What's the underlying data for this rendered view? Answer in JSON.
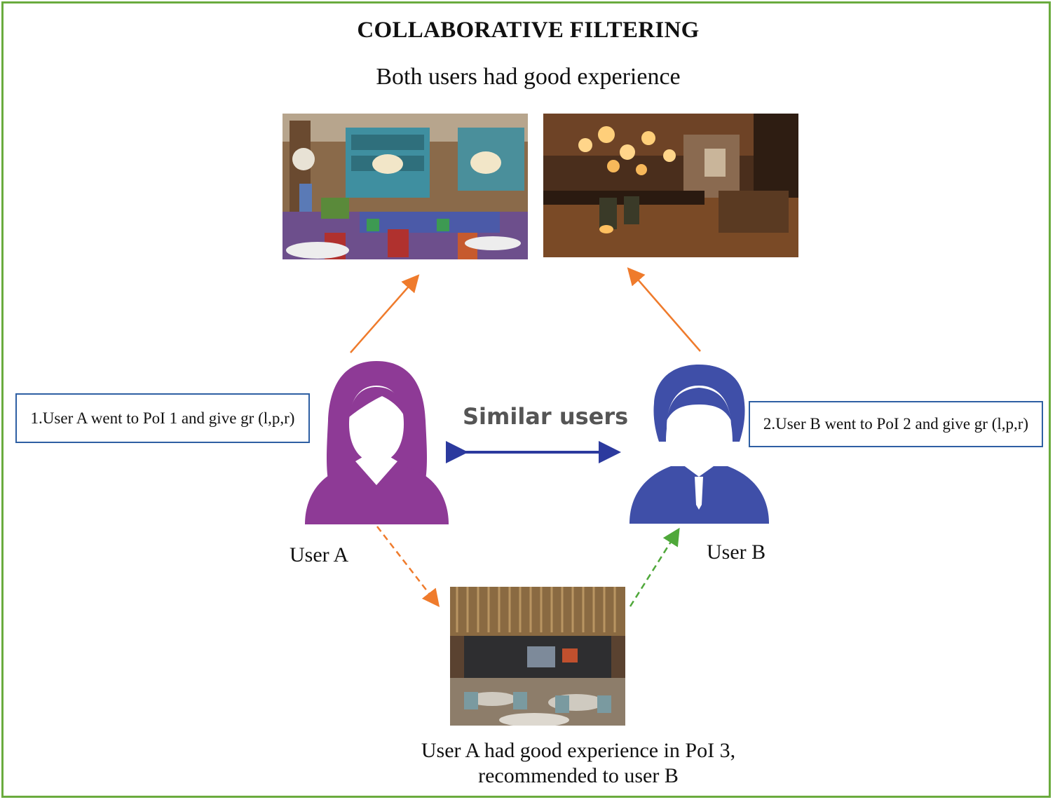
{
  "diagram": {
    "title": "COLLABORATIVE FILTERING",
    "subtitle": "Both users had good experience",
    "similar_label": "Similar users",
    "user_a": {
      "label": "User A",
      "note": "1.User A went to PoI 1 and give gr (l,p,r)",
      "icon": "female-user-icon",
      "color": "#8e3a96"
    },
    "user_b": {
      "label": "User B",
      "note": "2.User B went to PoI 2 and give gr (l,p,r)",
      "icon": "male-user-icon",
      "color": "#3f4fa8"
    },
    "recommendation": {
      "line1": "User A had good experience in PoI 3,",
      "line2": "recommended to user B"
    },
    "photos": [
      "restaurant-photo-poi-1",
      "restaurant-photo-poi-2",
      "restaurant-photo-poi-3"
    ],
    "colors": {
      "frame": "#6aab3e",
      "orange_arrow": "#ef7b2c",
      "green_arrow": "#4fa83a",
      "blue_arrow": "#2c3a9e",
      "note_border": "#2e5fa3"
    }
  }
}
